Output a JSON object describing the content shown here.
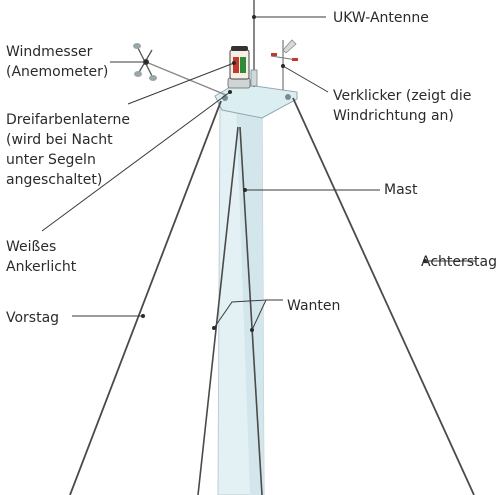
{
  "diagram": {
    "labels": {
      "ukw_antenne": "UKW-Antenne",
      "windmesser": "Windmesser\n(Anemometer)",
      "verklicker": "Verklicker (zeigt die\nWindrichtung an)",
      "dreifarbenlaterne": "Dreifarbenlaterne\n(wird bei Nacht\nunter Segeln\nangeschaltet)",
      "mast": "Mast",
      "achterstag": "Achterstag",
      "weisses_ankerlicht": "Weißes\nAnkerlicht",
      "wanten": "Wanten",
      "vorstag": "Vorstag"
    }
  },
  "colors": {
    "mast_fill": "#e4f1f4",
    "mast_shade": "#cfe3e8",
    "line": "#3a3a3a",
    "lantern_red": "#c43a2a",
    "lantern_green": "#2f8a3a"
  }
}
